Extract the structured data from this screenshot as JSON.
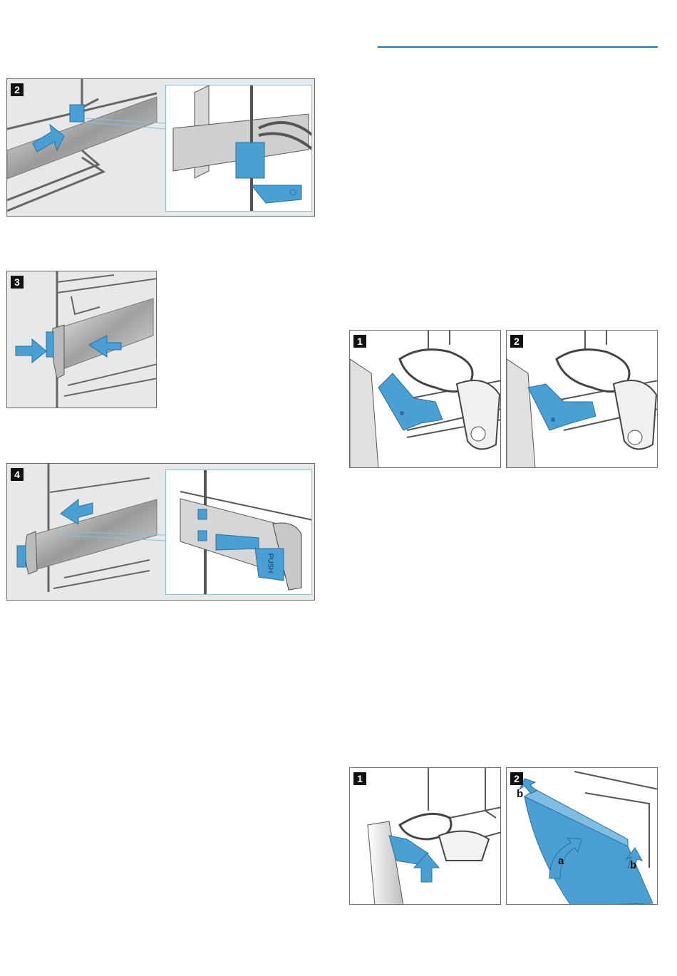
{
  "figures": [
    {
      "id": "left-step-2",
      "step": "2"
    },
    {
      "id": "left-step-3",
      "step": "3"
    },
    {
      "id": "left-step-4",
      "step": "4",
      "push_label": "PUSH"
    },
    {
      "id": "right-hinge-step-1",
      "step": "1"
    },
    {
      "id": "right-hinge-step-2",
      "step": "2"
    },
    {
      "id": "right-door-step-1",
      "step": "1"
    },
    {
      "id": "right-door-step-2",
      "step": "2",
      "labels": {
        "a": "a",
        "b": "b"
      }
    }
  ],
  "colors": {
    "accent_blue": "#4a9fd4",
    "rule_blue": "#1f78b4",
    "figure_bg": "#e7e8ea",
    "line_gray": "#555555"
  }
}
